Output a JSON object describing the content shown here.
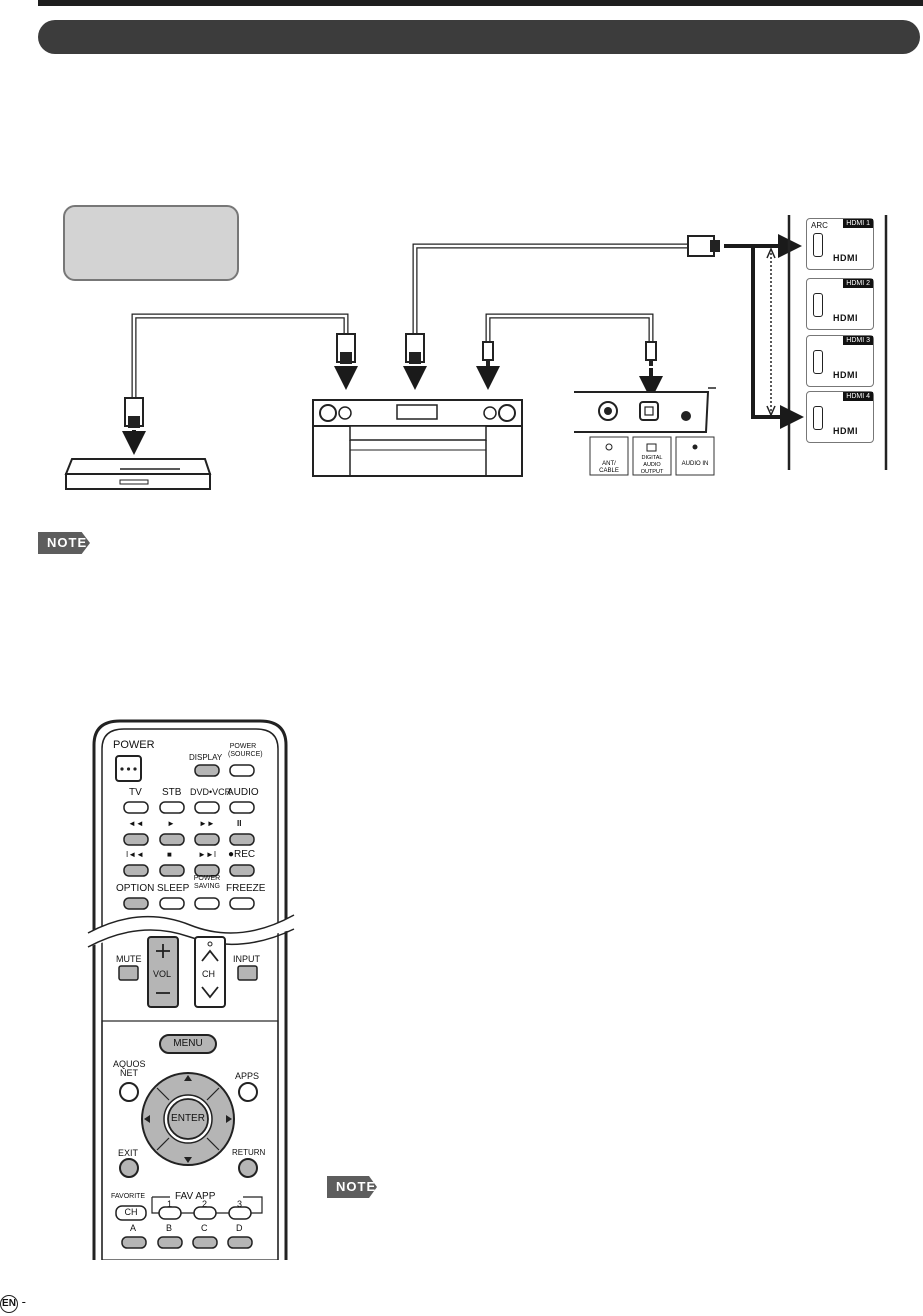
{
  "notes": {
    "badge_label": "NOTE"
  },
  "tv_panel": {
    "ports": [
      {
        "label": "HDMI 1",
        "number": "1",
        "arc_label": "ARC",
        "logo": "HDMI"
      },
      {
        "label": "HDMI 2",
        "number": "2",
        "logo": "HDMI"
      },
      {
        "label": "HDMI 3",
        "number": "3",
        "logo": "HDMI"
      },
      {
        "label": "HDMI 4",
        "number": "4",
        "logo": "HDMI"
      }
    ]
  },
  "jack_panel": {
    "jacks": [
      "ANT/ CABLE",
      "DIGITAL AUDIO OUTPUT",
      "AUDIO IN"
    ]
  },
  "remote": {
    "power": "POWER",
    "display": "DISPLAY",
    "power_source": "POWER (SOURCE)",
    "row1": [
      "TV",
      "STB",
      "DVD•VCR",
      "AUDIO"
    ],
    "transport1": [
      "◄◄",
      "►",
      "►►",
      "II"
    ],
    "transport2": [
      "I◄◄",
      "■",
      "►►I",
      "●REC"
    ],
    "row4": [
      "OPTION",
      "SLEEP",
      "POWER SAVING",
      "FREEZE"
    ],
    "mute": "MUTE",
    "vol": "VOL",
    "ch": "CH",
    "input": "INPUT",
    "aquos_net": "AQUOS NET",
    "menu": "MENU",
    "apps": "APPS",
    "enter": "ENTER",
    "exit": "EXIT",
    "return": "RETURN",
    "favorite": "FAVORITE",
    "favorite_ch": "CH",
    "fav_app": "FAV APP",
    "fav_numbers": [
      "1",
      "2",
      "3"
    ],
    "color_buttons": [
      "A",
      "B",
      "C",
      "D"
    ]
  },
  "footer": {
    "lang_badge": "EN",
    "dash": "-"
  },
  "colors": {
    "dark_bar": "#3c3c3c",
    "gray_button": "#b5b5b5",
    "note_badge": "#5d5d5d"
  }
}
